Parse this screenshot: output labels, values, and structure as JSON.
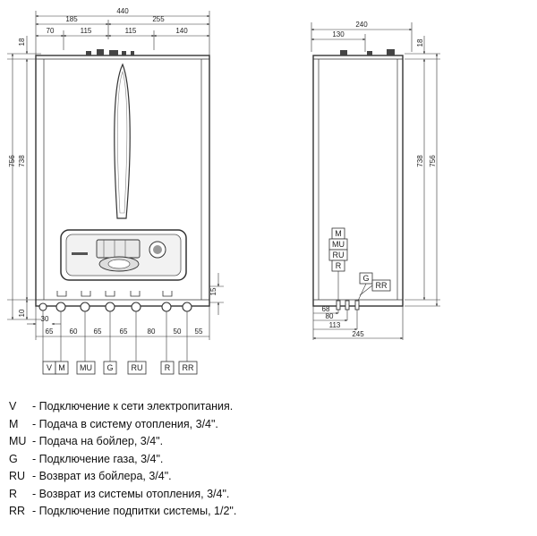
{
  "front_view": {
    "top_dims": {
      "overall": "440",
      "left": "185",
      "right": "255",
      "segments": [
        "70",
        "115",
        "115",
        "140"
      ]
    },
    "height_outer": "756",
    "height_inner": "738",
    "top_gap": "18",
    "side_right": "15",
    "bottom_left": "10",
    "bottom_offset": "30",
    "bottom_dims": [
      "65",
      "60",
      "65",
      "65",
      "80",
      "50",
      "55"
    ],
    "connectors": [
      "V",
      "M",
      "MU",
      "G",
      "RU",
      "R",
      "RR"
    ]
  },
  "side_view": {
    "depth_overall": "240",
    "top_offset": "130",
    "top_gap": "18",
    "height_inner": "738",
    "height_outer": "756",
    "bottom_dims": [
      "68",
      "80",
      "113",
      "245"
    ],
    "labels": [
      "M",
      "MU",
      "RU",
      "R",
      "G",
      "RR"
    ]
  },
  "legend": [
    {
      "code": "V",
      "desc": "- Подключение к сети электропитания."
    },
    {
      "code": "M",
      "desc": "- Подача в систему отопления, 3/4\"."
    },
    {
      "code": "MU",
      "desc": "- Подача на бойлер, 3/4\"."
    },
    {
      "code": "G",
      "desc": "- Подключение газа, 3/4\"."
    },
    {
      "code": "RU",
      "desc": "- Возврат из бойлера, 3/4\"."
    },
    {
      "code": "R",
      "desc": "- Возврат из системы отопления, 3/4\"."
    },
    {
      "code": "RR",
      "desc": "- Подключение подпитки системы, 1/2\"."
    }
  ]
}
